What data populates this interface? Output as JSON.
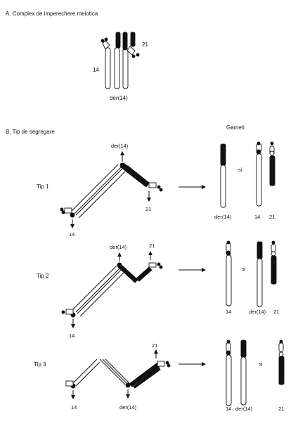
{
  "sectionA": {
    "title": "A. Complex de imperechere meiotica",
    "label_14": "14",
    "label_21": "21",
    "label_der": "der(14)"
  },
  "sectionB": {
    "title": "B. Tip de segregare",
    "gameti_header": "Gameti",
    "rows": [
      {
        "type": "Tip 1",
        "top_label": "der(14)",
        "right_label": "21",
        "left_label": "14",
        "gamete_labels": [
          "der(14)",
          "14",
          "21"
        ],
        "and_word": "si"
      },
      {
        "type": "Tip 2",
        "top_label": "der(14)",
        "right_label": "21",
        "left_label": "14",
        "gamete_labels": [
          "14",
          "der(14)",
          "21"
        ],
        "and_word": "si"
      },
      {
        "type": "Tip 3",
        "top_label": "21",
        "left_label": "14",
        "mid_label": "der(14)",
        "gamete_labels": [
          "14",
          "der(14)",
          "21"
        ],
        "and_word": "si"
      }
    ]
  },
  "colors": {
    "ink": "#111111",
    "paper": "#ffffff"
  }
}
